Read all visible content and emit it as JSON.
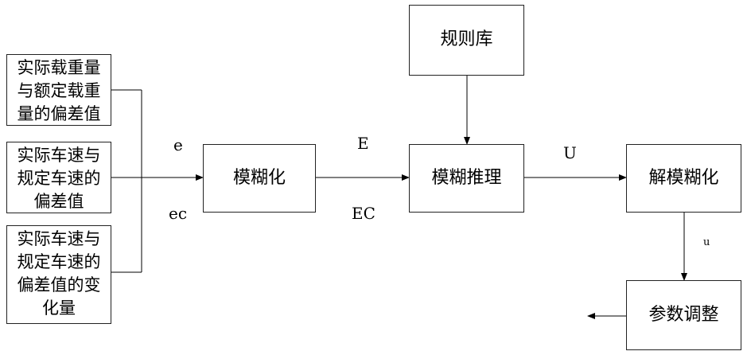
{
  "inputs": [
    {
      "lines": [
        "实际载重量",
        "与额定载重",
        "量的偏差值"
      ]
    },
    {
      "lines": [
        "实际车速与",
        "规定车速的",
        "偏差值"
      ]
    },
    {
      "lines": [
        "实际车速与",
        "规定车速的",
        "偏差值的变",
        "化量"
      ]
    }
  ],
  "blocks": {
    "fuzzify": "模糊化",
    "rule_base": "规则库",
    "inference": "模糊推理",
    "defuzzify": "解模糊化",
    "param_adjust": "参数调整"
  },
  "labels": {
    "e": "e",
    "ec": "ec",
    "E": "E",
    "EC": "EC",
    "U": "U",
    "u": "u"
  }
}
